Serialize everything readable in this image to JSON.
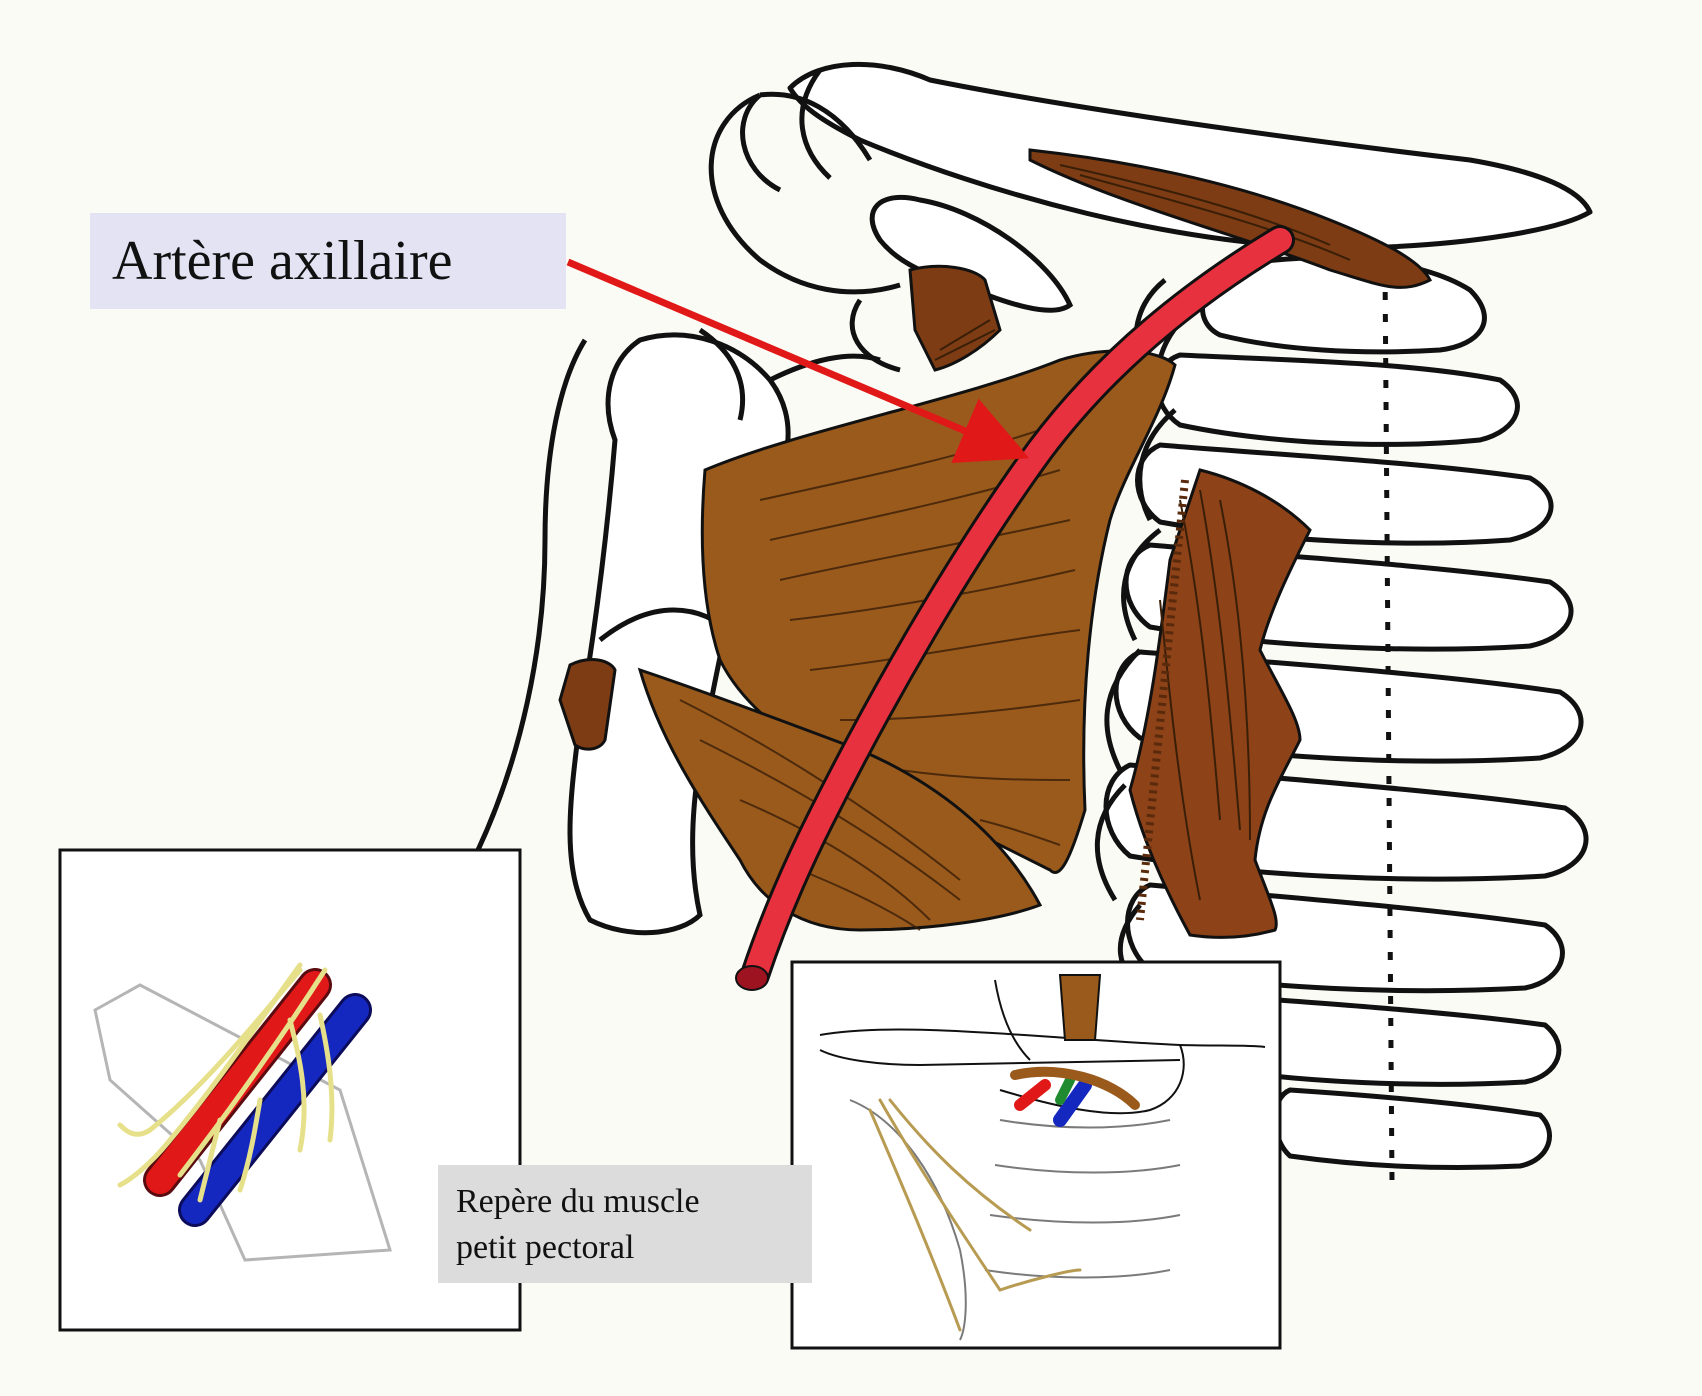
{
  "labels": {
    "main": "Artère axillaire",
    "reference_line1": "Repère du muscle",
    "reference_line2": "petit pectoral"
  },
  "colors": {
    "muscle": "#9a5a1c",
    "muscle_dark": "#7d3c14",
    "artery": "#e8313f",
    "vein": "#1428c0",
    "nerve": "#e7e08a",
    "outline": "#111111",
    "pointer_arrow": "#e01818"
  },
  "panels": {
    "left_inset": "vessel-nerve-bundle",
    "right_inset": "pectoralis-minor-landmark"
  }
}
